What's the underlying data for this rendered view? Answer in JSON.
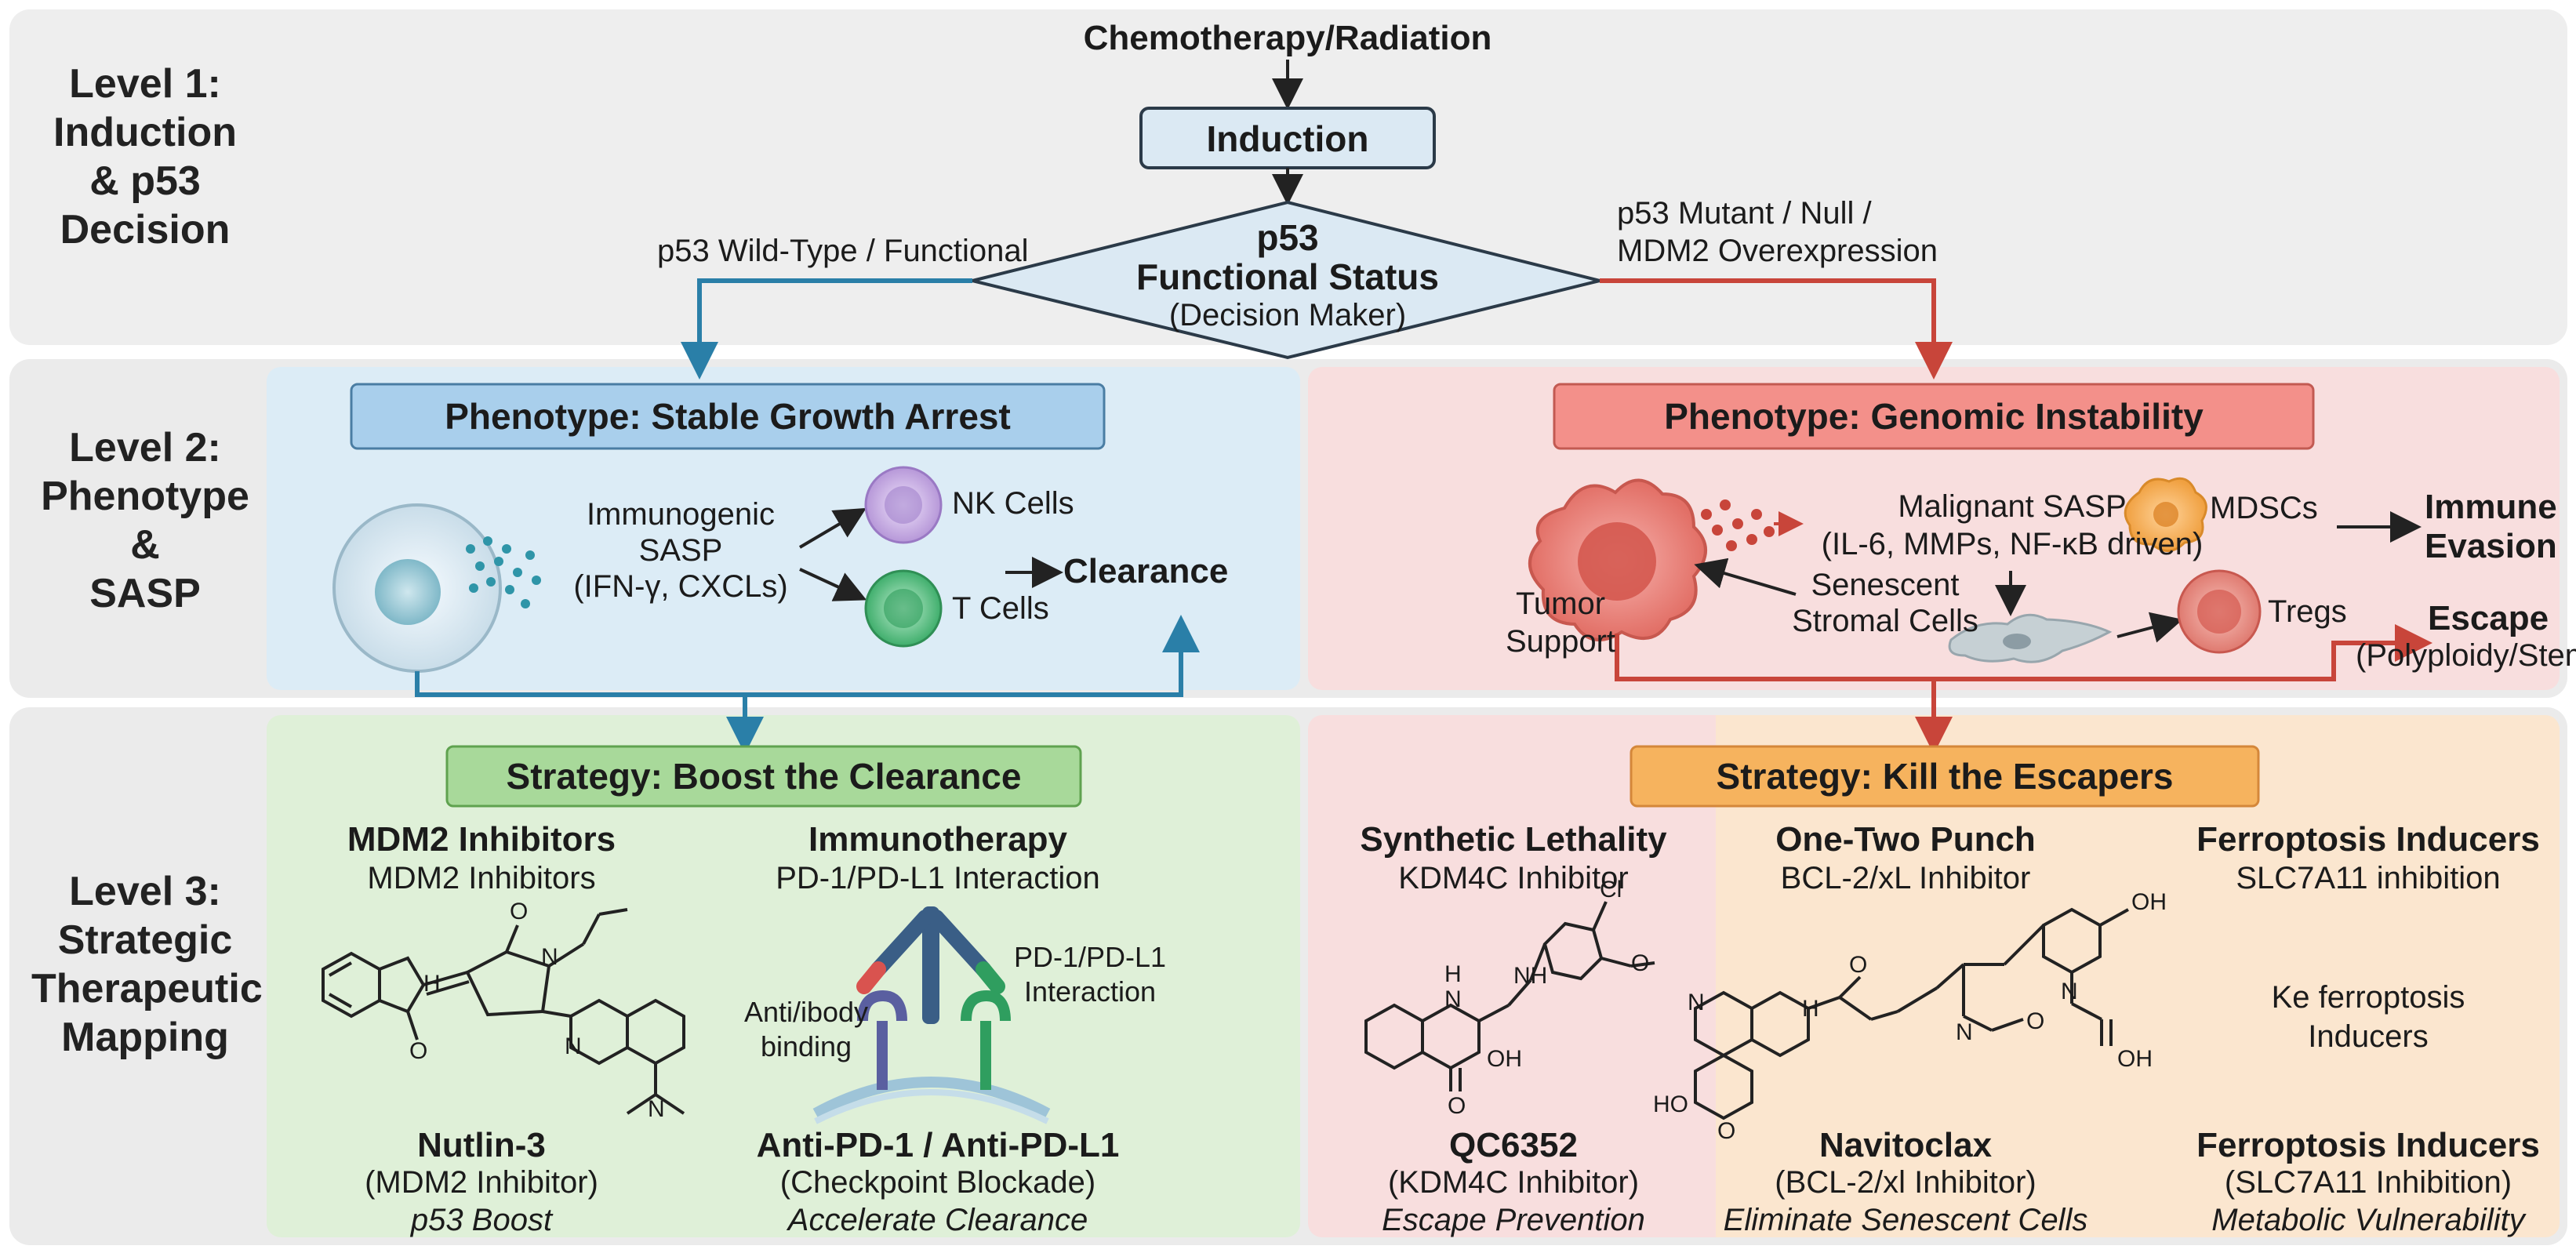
{
  "level1": {
    "label": [
      "Level 1:",
      "Induction",
      "& p53",
      "Decision"
    ],
    "top_input": "Chemotherapy/Radiation",
    "induction": "Induction",
    "diamond": {
      "title": [
        "p53",
        "Functional Status"
      ],
      "sub": "(Decision Maker)"
    },
    "left_branch": "p53 Wild-Type / Functional",
    "right_branch": [
      "p53 Mutant / Null /",
      "MDM2 Overexpression"
    ]
  },
  "level2": {
    "label": [
      "Level 2:",
      "Phenotype",
      "&",
      "SASP"
    ],
    "left": {
      "header": "Phenotype: Stable Growth Arrest",
      "sasp": [
        "Immunogenic",
        "SASP",
        "(IFN-γ, CXCLs)"
      ],
      "nk": "NK Cells",
      "t": "T Cells",
      "outcome": "Clearance"
    },
    "right": {
      "header": "Phenotype: Genomic Instability",
      "sasp": [
        "Malignant SASP",
        "(IL-6, MMPs, NF-κB driven)"
      ],
      "mdsc": "MDSCs",
      "evasion": [
        "Immune",
        "Evasion"
      ],
      "tumor_support": [
        "Tumor",
        "Support"
      ],
      "stromal": [
        "Senescent",
        "Stromal Cells"
      ],
      "tregs": "Tregs",
      "escape": "Escape",
      "escape_sub": "(Polyploidy/Stemness)"
    }
  },
  "level3": {
    "label": [
      "Level 3:",
      "Strategic",
      "Therapeutic",
      "Mapping"
    ],
    "left": {
      "header": "Strategy: Boost the Clearance",
      "col1": {
        "title": "MDM2 Inhibitors",
        "sub": "MDM2 Inhibitors",
        "drug": "Nutlin-3",
        "drug_sub": "(MDM2 Inhibitor)",
        "goal": "p53 Boost"
      },
      "col2": {
        "title": "Immunotherapy",
        "sub": "PD-1/PD-L1 Interaction",
        "binding": [
          "Anti/ibody",
          "binding"
        ],
        "interaction": [
          "PD-1/PD-L1",
          "Interaction"
        ],
        "drug": "Anti-PD-1 / Anti-PD-L1",
        "drug_sub": "(Checkpoint Blockade)",
        "goal": "Accelerate Clearance"
      }
    },
    "right": {
      "header": "Strategy: Kill the Escapers",
      "col1": {
        "title": "Synthetic Lethality",
        "sub": "KDM4C Inhibitor",
        "drug": "QC6352",
        "drug_sub": "(KDM4C Inhibitor)",
        "goal": "Escape Prevention"
      },
      "col2": {
        "title": "One-Two Punch",
        "sub": "BCL-2/xL Inhibitor",
        "drug": "Navitoclax",
        "drug_sub": "(BCL-2/xl Inhibitor)",
        "goal": "Eliminate Senescent Cells"
      },
      "col3": {
        "title": "Ferroptosis Inducers",
        "sub": "SLC7A11 inhibition",
        "mid": [
          "Ke ferroptosis",
          "Inducers"
        ],
        "drug": "Ferroptosis Inducers",
        "drug_sub": "(SLC7A11 Inhibition)",
        "goal": "Metabolic Vulnerability"
      }
    },
    "chem_labels": {
      "cl": "Cl",
      "o": "O",
      "n": "N",
      "nh": "NH",
      "hn": "HN",
      "h": "H",
      "oh": "OH",
      "ho": "HO"
    }
  },
  "colors": {
    "blue": "#2a7fa8",
    "red": "#c8453a",
    "green_bg": "#dff0d8",
    "blue_bg": "#dcecf6",
    "pink_bg": "#f8dede",
    "orange_bg": "#fbe6cf"
  }
}
